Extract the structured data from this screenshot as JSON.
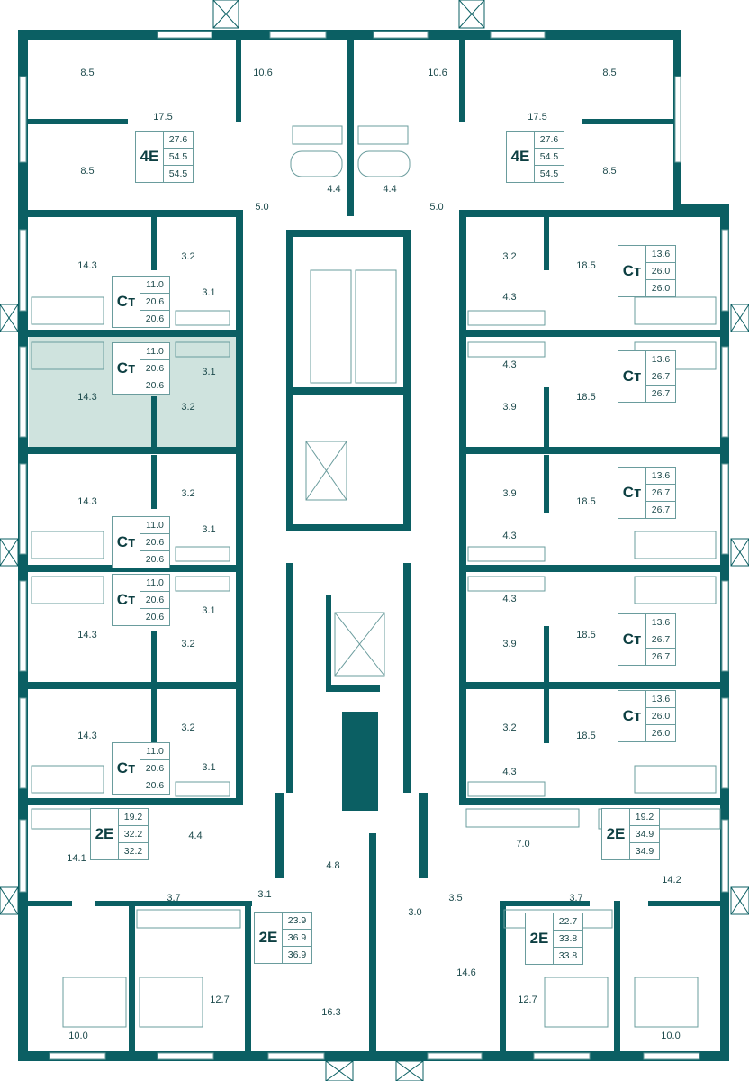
{
  "colors": {
    "wall": "#0b5f63",
    "highlight": "#cfe3de",
    "line": "#6a9c9d"
  },
  "apartments": [
    {
      "type": "4Е",
      "areas": [
        "27.6",
        "54.5",
        "54.5"
      ]
    },
    {
      "type": "4Е",
      "areas": [
        "27.6",
        "54.5",
        "54.5"
      ]
    },
    {
      "type": "Ст",
      "areas": [
        "11.0",
        "20.6",
        "20.6"
      ]
    },
    {
      "type": "Ст",
      "areas": [
        "11.0",
        "20.6",
        "20.6"
      ],
      "selected": true
    },
    {
      "type": "Ст",
      "areas": [
        "11.0",
        "20.6",
        "20.6"
      ]
    },
    {
      "type": "Ст",
      "areas": [
        "11.0",
        "20.6",
        "20.6"
      ]
    },
    {
      "type": "Ст",
      "areas": [
        "11.0",
        "20.6",
        "20.6"
      ]
    },
    {
      "type": "Ст",
      "areas": [
        "13.6",
        "26.0",
        "26.0"
      ]
    },
    {
      "type": "Ст",
      "areas": [
        "13.6",
        "26.7",
        "26.7"
      ]
    },
    {
      "type": "Ст",
      "areas": [
        "13.6",
        "26.7",
        "26.7"
      ]
    },
    {
      "type": "Ст",
      "areas": [
        "13.6",
        "26.7",
        "26.7"
      ]
    },
    {
      "type": "Ст",
      "areas": [
        "13.6",
        "26.0",
        "26.0"
      ]
    },
    {
      "type": "2Е",
      "areas": [
        "19.2",
        "32.2",
        "32.2"
      ]
    },
    {
      "type": "2Е",
      "areas": [
        "23.9",
        "36.9",
        "36.9"
      ]
    },
    {
      "type": "2Е",
      "areas": [
        "19.2",
        "34.9",
        "34.9"
      ]
    },
    {
      "type": "2Е",
      "areas": [
        "22.7",
        "33.8",
        "33.8"
      ]
    }
  ],
  "rooms": [
    "8.5",
    "10.6",
    "17.5",
    "8.5",
    "4.4",
    "5.0",
    "10.6",
    "8.5",
    "17.5",
    "8.5",
    "4.4",
    "5.0",
    "14.3",
    "3.2",
    "3.1",
    "14.3",
    "3.1",
    "3.2",
    "14.3",
    "3.2",
    "3.1",
    "14.3",
    "3.1",
    "3.2",
    "14.3",
    "3.2",
    "3.1",
    "3.2",
    "18.5",
    "4.3",
    "4.3",
    "18.5",
    "3.9",
    "3.9",
    "18.5",
    "4.3",
    "4.3",
    "18.5",
    "3.9",
    "3.2",
    "18.5",
    "4.3",
    "4.4",
    "14.1",
    "4.8",
    "7.0",
    "14.2",
    "3.7",
    "3.1",
    "3.0",
    "3.5",
    "3.7",
    "16.3",
    "12.7",
    "14.6",
    "12.7",
    "10.0",
    "10.0"
  ]
}
